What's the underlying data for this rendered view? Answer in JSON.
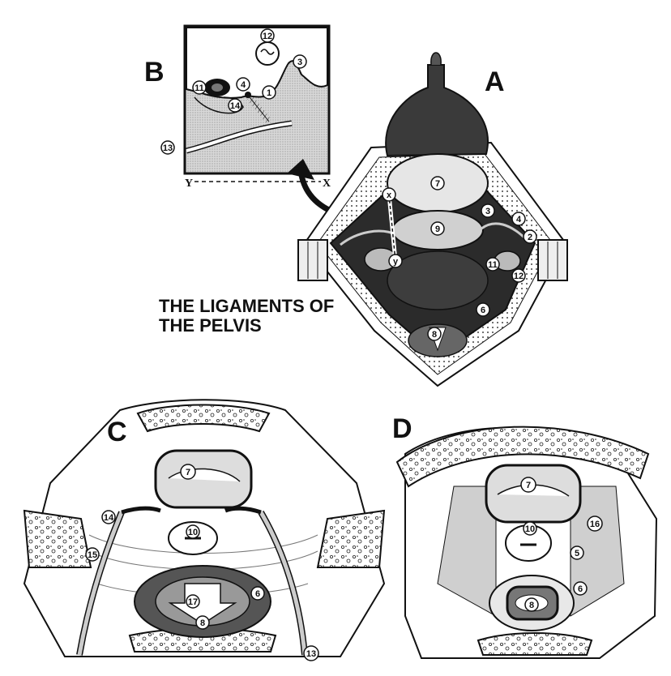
{
  "title_line1": "THE LIGAMENTS OF",
  "title_line2": "THE PELVIS",
  "panels": {
    "A": "A",
    "B": "B",
    "C": "C",
    "D": "D"
  },
  "section_markers": {
    "X": "X",
    "Y": "Y"
  },
  "callouts": {
    "A": [
      "7",
      "9",
      "3",
      "4",
      "2",
      "11",
      "12",
      "6",
      "8",
      "x",
      "y"
    ],
    "B": [
      "12",
      "3",
      "4",
      "1",
      "11",
      "14",
      "13"
    ],
    "C": [
      "7",
      "14",
      "10",
      "15",
      "17",
      "6",
      "8",
      "13"
    ],
    "D": [
      "7",
      "10",
      "16",
      "5",
      "6",
      "8"
    ]
  }
}
